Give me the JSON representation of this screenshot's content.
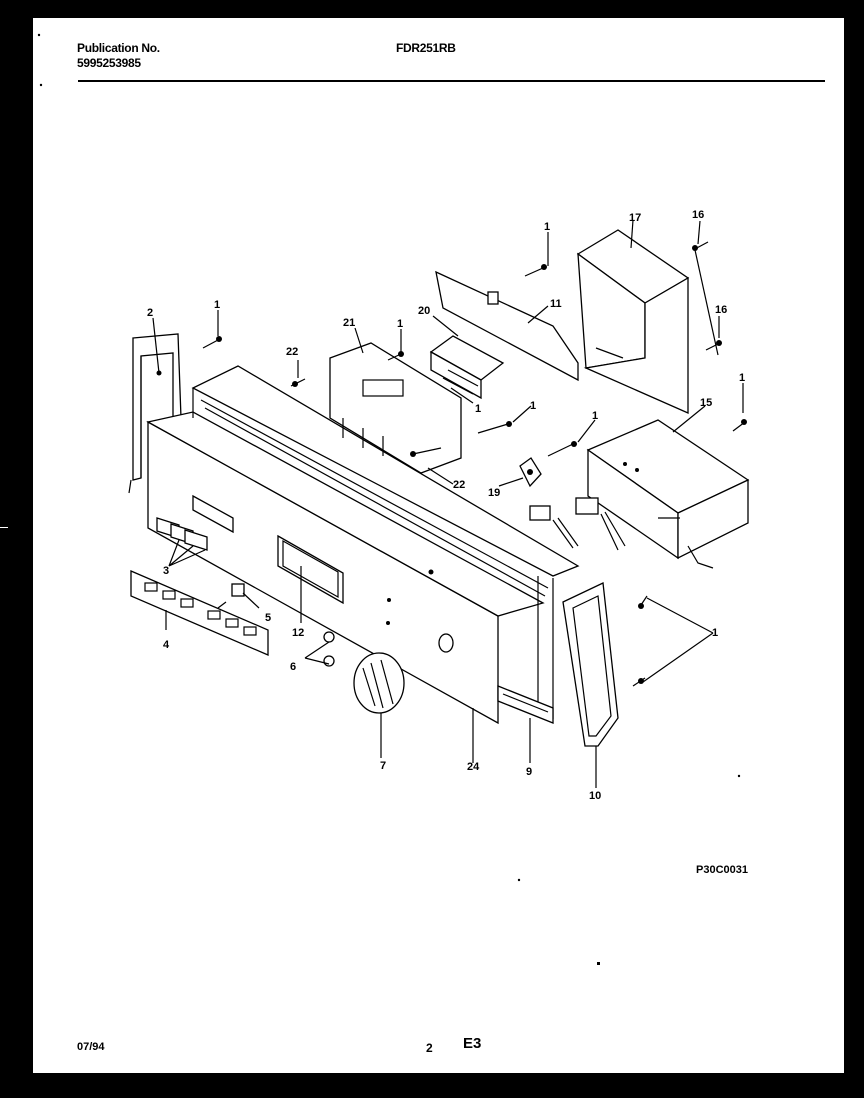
{
  "header": {
    "publication_label": "Publication No.",
    "publication_number": "5995253985",
    "model": "FDR251RB"
  },
  "drawing": {
    "callouts": [
      "1",
      "1",
      "1",
      "1",
      "1",
      "1",
      "1",
      "1",
      "1",
      "2",
      "3",
      "4",
      "5",
      "6",
      "7",
      "9",
      "10",
      "11",
      "12",
      "15",
      "16",
      "16",
      "17",
      "19",
      "20",
      "21",
      "22",
      "22",
      "24"
    ],
    "figure_code": "P30C0031"
  },
  "footer": {
    "date": "07/94",
    "page_number": "2",
    "section_code": "E3"
  }
}
